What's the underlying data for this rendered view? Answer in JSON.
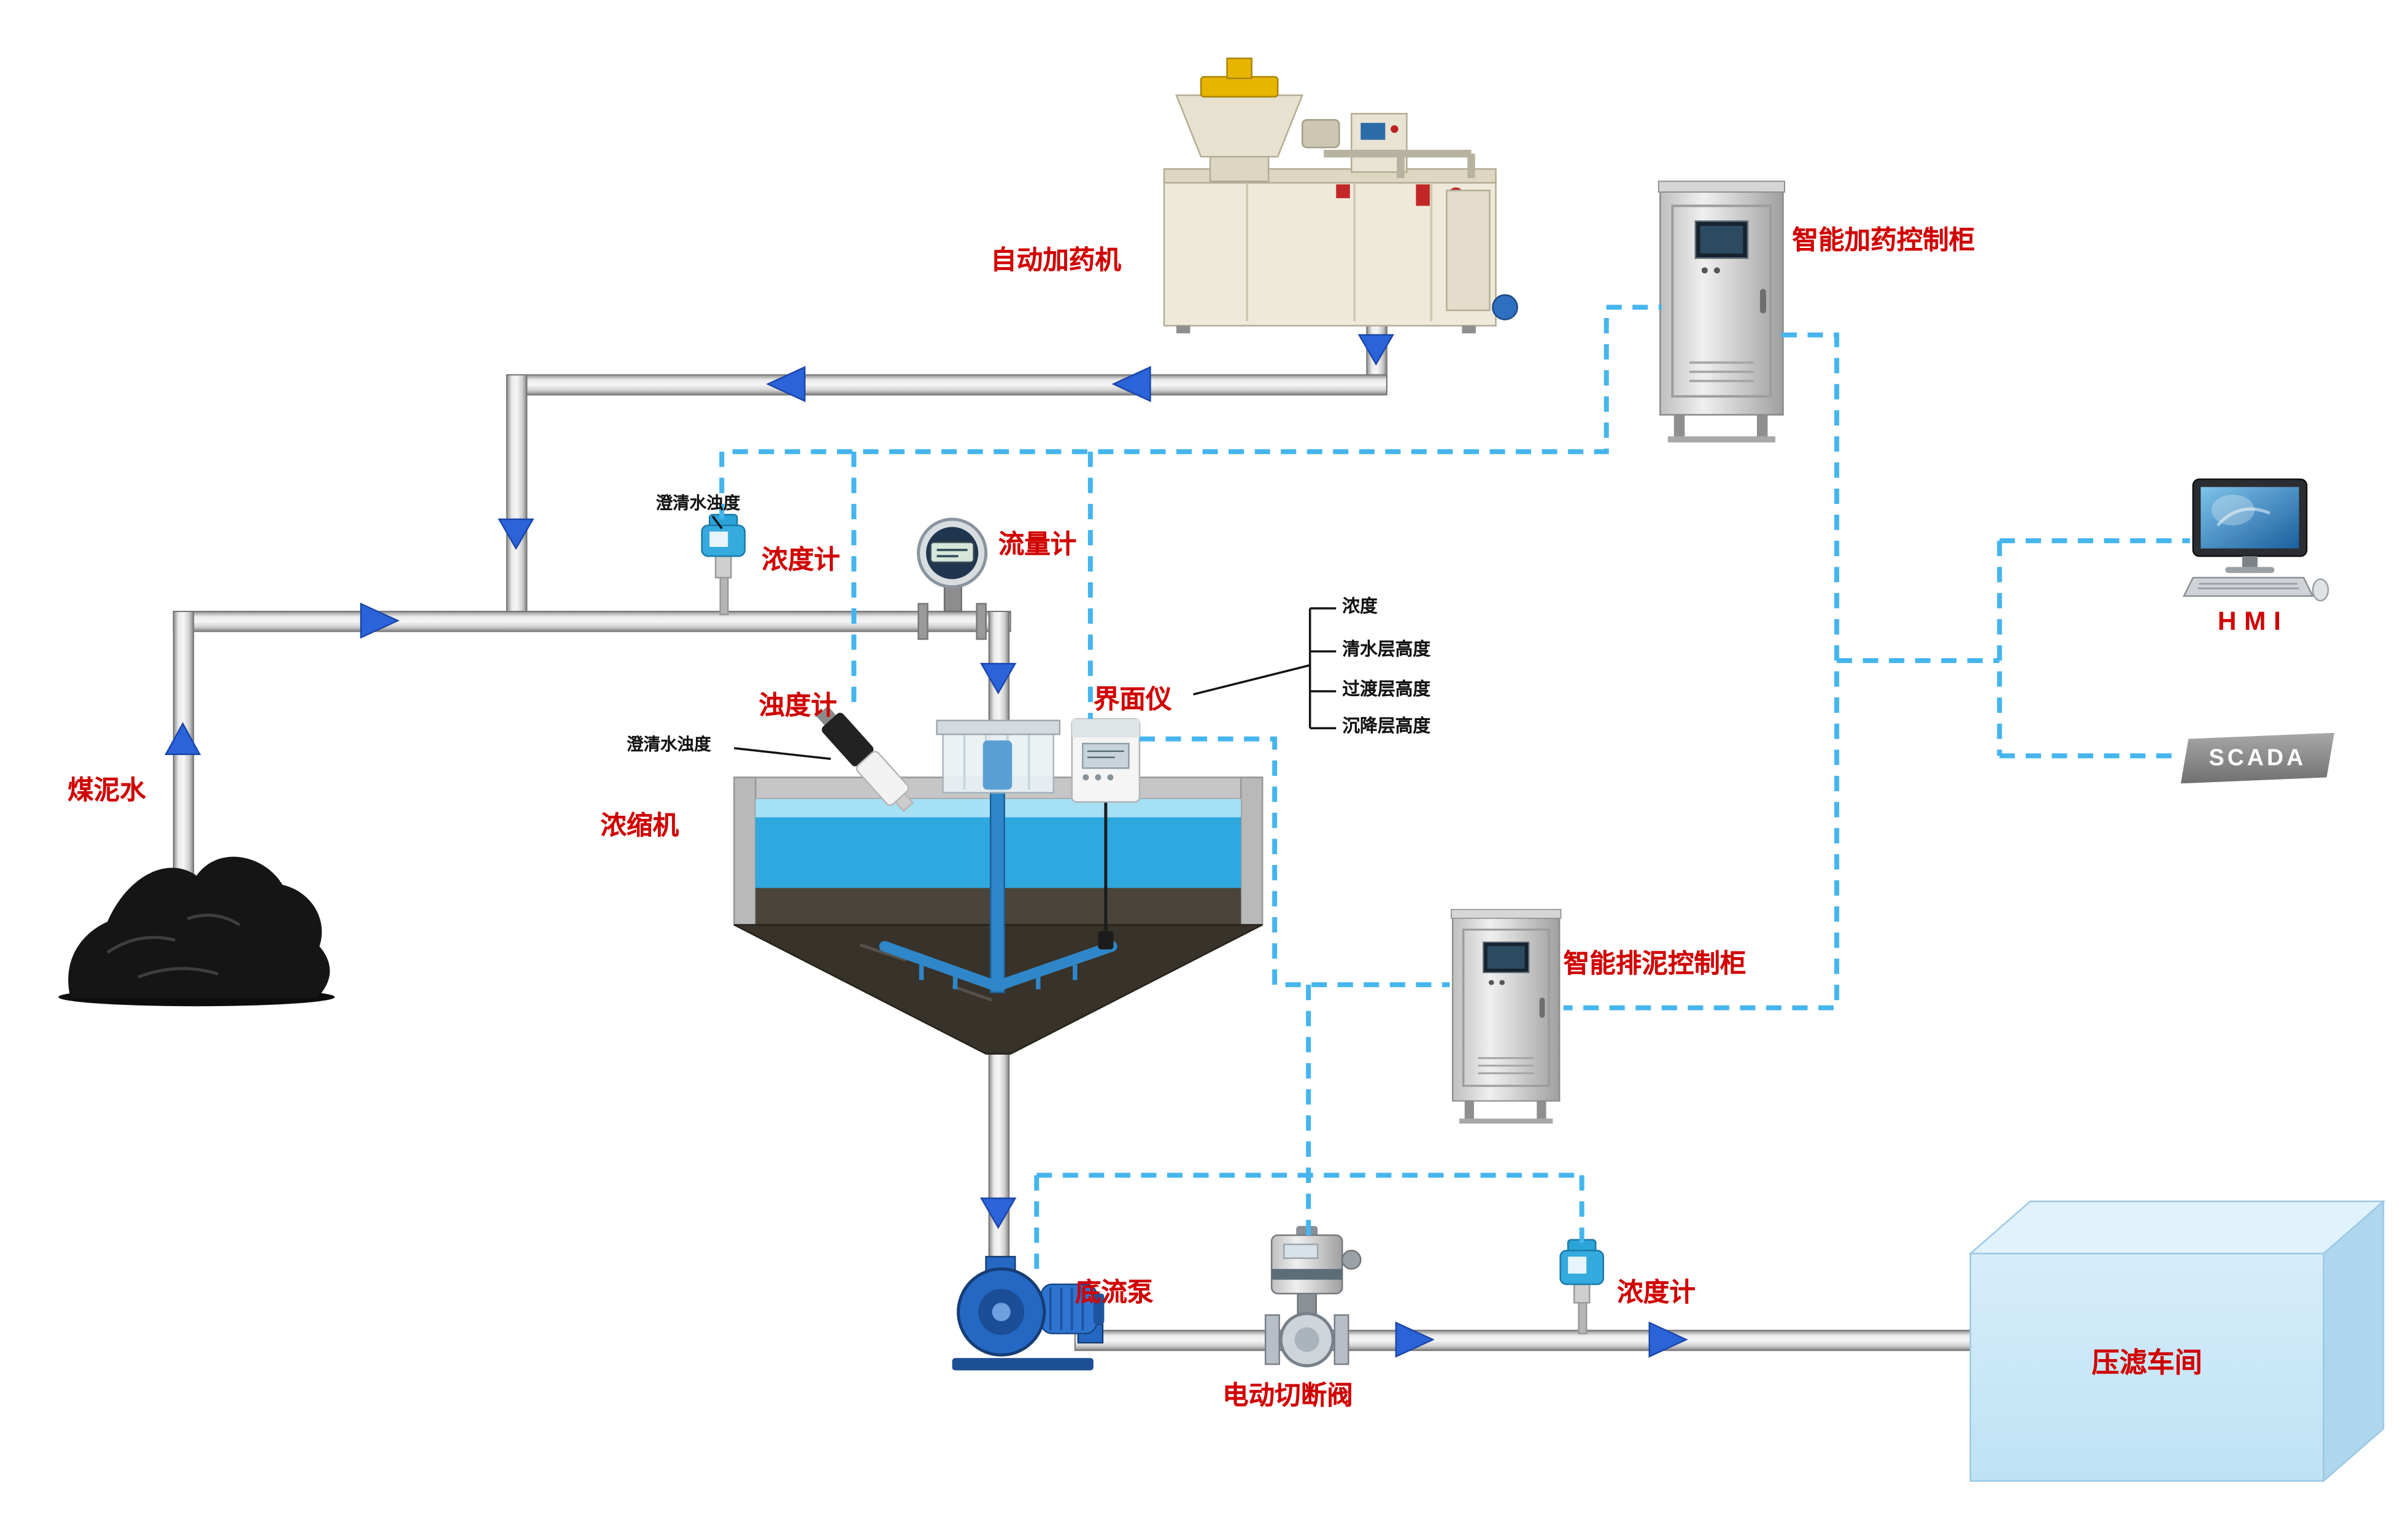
{
  "colors": {
    "label_red": "#d10000",
    "signal_line_blue": "#45b5ee",
    "flow_arrow_blue": "#2b63d9",
    "water_blue": "#2fa8e0",
    "filter_press_blue": "#cde9f9"
  },
  "nodes": {
    "dosing_machine": {
      "label": "自动加药机"
    },
    "dosing_cabinet": {
      "label": "智能加药控制柜"
    },
    "hmi": {
      "label": "HMI"
    },
    "scada": {
      "label": "SCADA"
    },
    "coal_slurry": {
      "label": "煤泥水"
    },
    "concentration_meter_top": {
      "label": "浓度计"
    },
    "clarified_turbidity_top": {
      "label": "澄清水浊度"
    },
    "flow_meter": {
      "label": "流量计"
    },
    "turbidity_meter": {
      "label": "浊度计"
    },
    "clarified_turbidity_bottom": {
      "label": "澄清水浊度"
    },
    "interface_meter": {
      "label": "界面仪",
      "measurements": [
        "浓度",
        "清水层高度",
        "过渡层高度",
        "沉降层高度"
      ]
    },
    "thickener": {
      "label": "浓缩机"
    },
    "mud_cabinet": {
      "label": "智能排泥控制柜"
    },
    "underflow_pump": {
      "label": "底流泵"
    },
    "cutoff_valve": {
      "label": "电动切断阀"
    },
    "concentration_meter_bottom": {
      "label": "浓度计"
    },
    "filter_press": {
      "label": "压滤车间"
    }
  }
}
